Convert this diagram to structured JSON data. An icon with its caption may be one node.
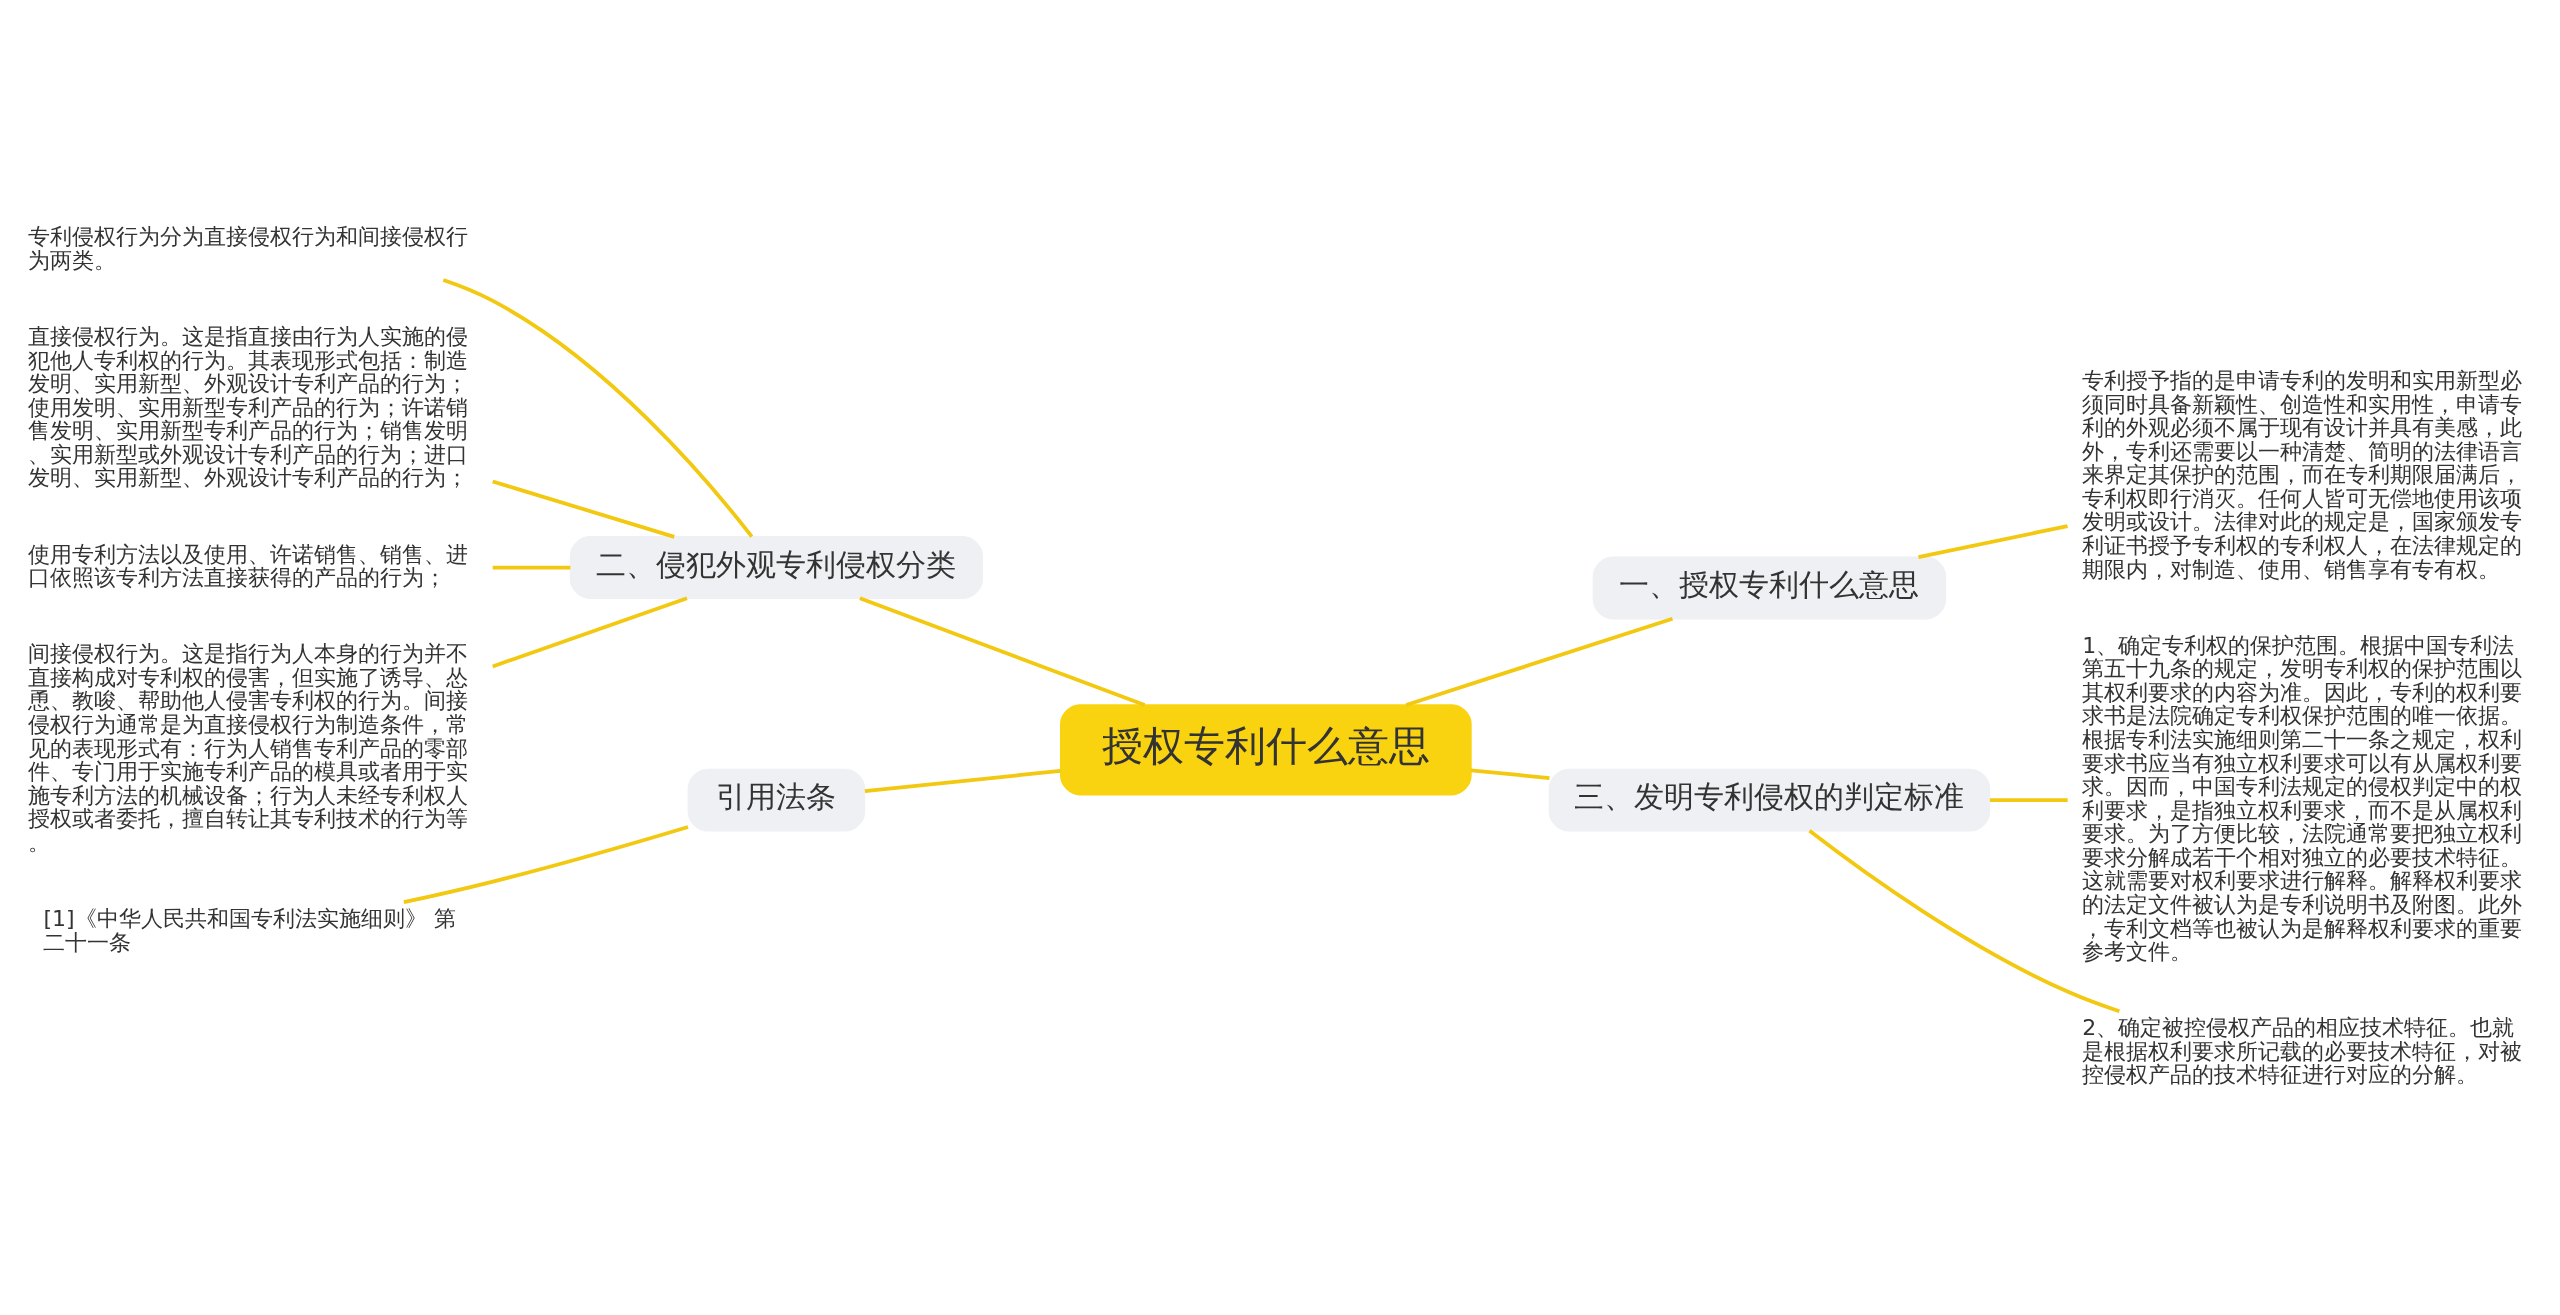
{
  "diagram": {
    "nodes": [
      {
        "text": [
          "授权专利什么意思"
        ]
      },
      {
        "text": [
          "一、授权专利什么意思"
        ]
      },
      {
        "text": [
          "专利授予指的是申请专利的发明和实用新型必须同时具备新颖性、创造性和实用性，申请专利的外观必须不属于现有设计并具有美感，此外，专利还需要以一种清楚、简明的法律语言来界定其保护的范围，而在专利期限届满后，专利权即行消灭。任何人皆可无偿地使用该项发明或设计。法律对此的规定是，国家颁发专利证书授予专利权的专利权人，在法律规定的期限内，对制造、使用、销售享有专有权。"
        ]
      },
      {
        "text": [
          "三、发明专利侵权的判定标准"
        ]
      },
      {
        "text": [
          "1、确定专利权的保护范围。根据中国专利法第五十九条的规定，发明专利权的保护范围以其权利要求的内容为准。因此，专利的权利要求书是法院确定专利权保护范围的唯一依据。根据专利法实施细则第二十一条之规定，权利要求书应当有独立权利要求可以有从属权利要求。因而，中国专利法规定的侵权判定中的权利要求，是指独立权利要求，而不是从属权利要求。为了方便比较，法院通常要把独立权利要求分解成若干个相对独立的必要技术特征。这就需要对权利要求进行解释。解释权利要求的法定文件被认为是专利说明书及附图。此外，专利文档等也被认为是解释权利要求的重要参考文件。"
        ]
      },
      {
        "text": [
          "2、确定被控侵权产品的相应技术特征。也就是根据权利要求所记载的必要技术特征，对被控侵权产品的技术特征进行对应的分解。"
        ]
      },
      {
        "text": [
          "二、侵犯外观专利侵权分类"
        ]
      },
      {
        "text": [
          "专利侵权行为分为直接侵权行为和间接侵权行为两类。"
        ]
      },
      {
        "text": [
          "直接侵权行为。这是指直接由行为人实施的侵犯他人专利权的行为。其表现形式包括：制造发明、实用新型、外观设计专利产品的行为；使用发明、实用新型专利产品的行为；许诺销售发明、实用新型专利产品的行为；销售发明、实用新型或外观设计专利产品的行为；进口发明、实用新型、外观设计专利产品的行为；"
        ]
      },
      {
        "text": [
          "使用专利方法以及使用、许诺销售、销售、进口依照该专利方法直接获得的产品的行为；"
        ]
      },
      {
        "text": [
          "间接侵权行为。这是指行为人本身的行为并不直接构成对专利权的侵害，但实施了诱导、怂恿、教唆、帮助他人侵害专利权的行为。间接侵权行为通常是为直接侵权行为制造条件，常见的表现形式有：行为人销售专利产品的零部件、专门用于实施专利产品的模具或者用于实施专利方法的机械设备；行为人未经专利权人授权或者委托，擅自转让其专利技术的行为等。"
        ]
      },
      {
        "text": [
          "引用法条"
        ]
      },
      {
        "text": [
          "[1]《中华人民共和国专利法实施细则》 第二十一条"
        ]
      }
    ],
    "edges": [
      {
        "from": 0,
        "to": 1,
        "arrow": "none"
      },
      {
        "from": 1,
        "to": 2,
        "arrow": "none"
      },
      {
        "from": 0,
        "to": 3,
        "arrow": "none"
      },
      {
        "from": 3,
        "to": 4,
        "arrow": "none"
      },
      {
        "from": 3,
        "to": 5,
        "arrow": "none"
      },
      {
        "from": 0,
        "to": 6,
        "arrow": "none"
      },
      {
        "from": 6,
        "to": 7,
        "arrow": "none"
      },
      {
        "from": 6,
        "to": 8,
        "arrow": "none"
      },
      {
        "from": 6,
        "to": 9,
        "arrow": "none"
      },
      {
        "from": 6,
        "to": 10,
        "arrow": "none"
      },
      {
        "from": 0,
        "to": 11,
        "arrow": "none"
      },
      {
        "from": 11,
        "to": 12,
        "arrow": "none"
      }
    ]
  }
}
